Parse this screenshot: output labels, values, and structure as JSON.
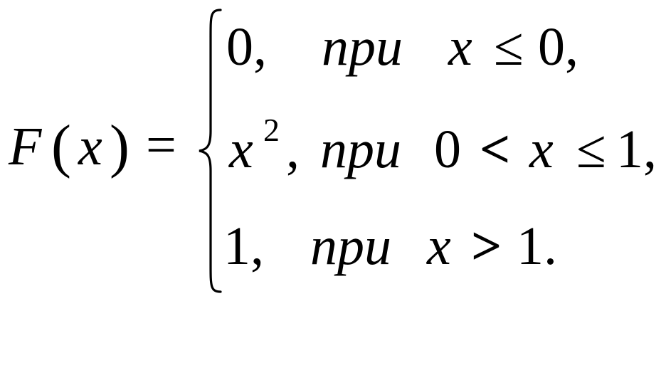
{
  "formula": {
    "lhs": {
      "func": "F",
      "open_paren": "(",
      "var": "x",
      "close_paren": ")",
      "equals": "="
    },
    "cases": [
      {
        "value": "0,",
        "word": "при",
        "cond_var": "x",
        "cond_op": "≤",
        "cond_rhs": "0,"
      },
      {
        "value_base": "x",
        "value_exp": "2",
        "value_comma": ",",
        "word": "при",
        "cond_lhs": "0",
        "cond_op1": "<",
        "cond_var": "x",
        "cond_op2": "≤",
        "cond_rhs": "1,"
      },
      {
        "value": "1,",
        "word": "при",
        "cond_var": "x",
        "cond_op": ">",
        "cond_rhs": "1."
      }
    ]
  }
}
